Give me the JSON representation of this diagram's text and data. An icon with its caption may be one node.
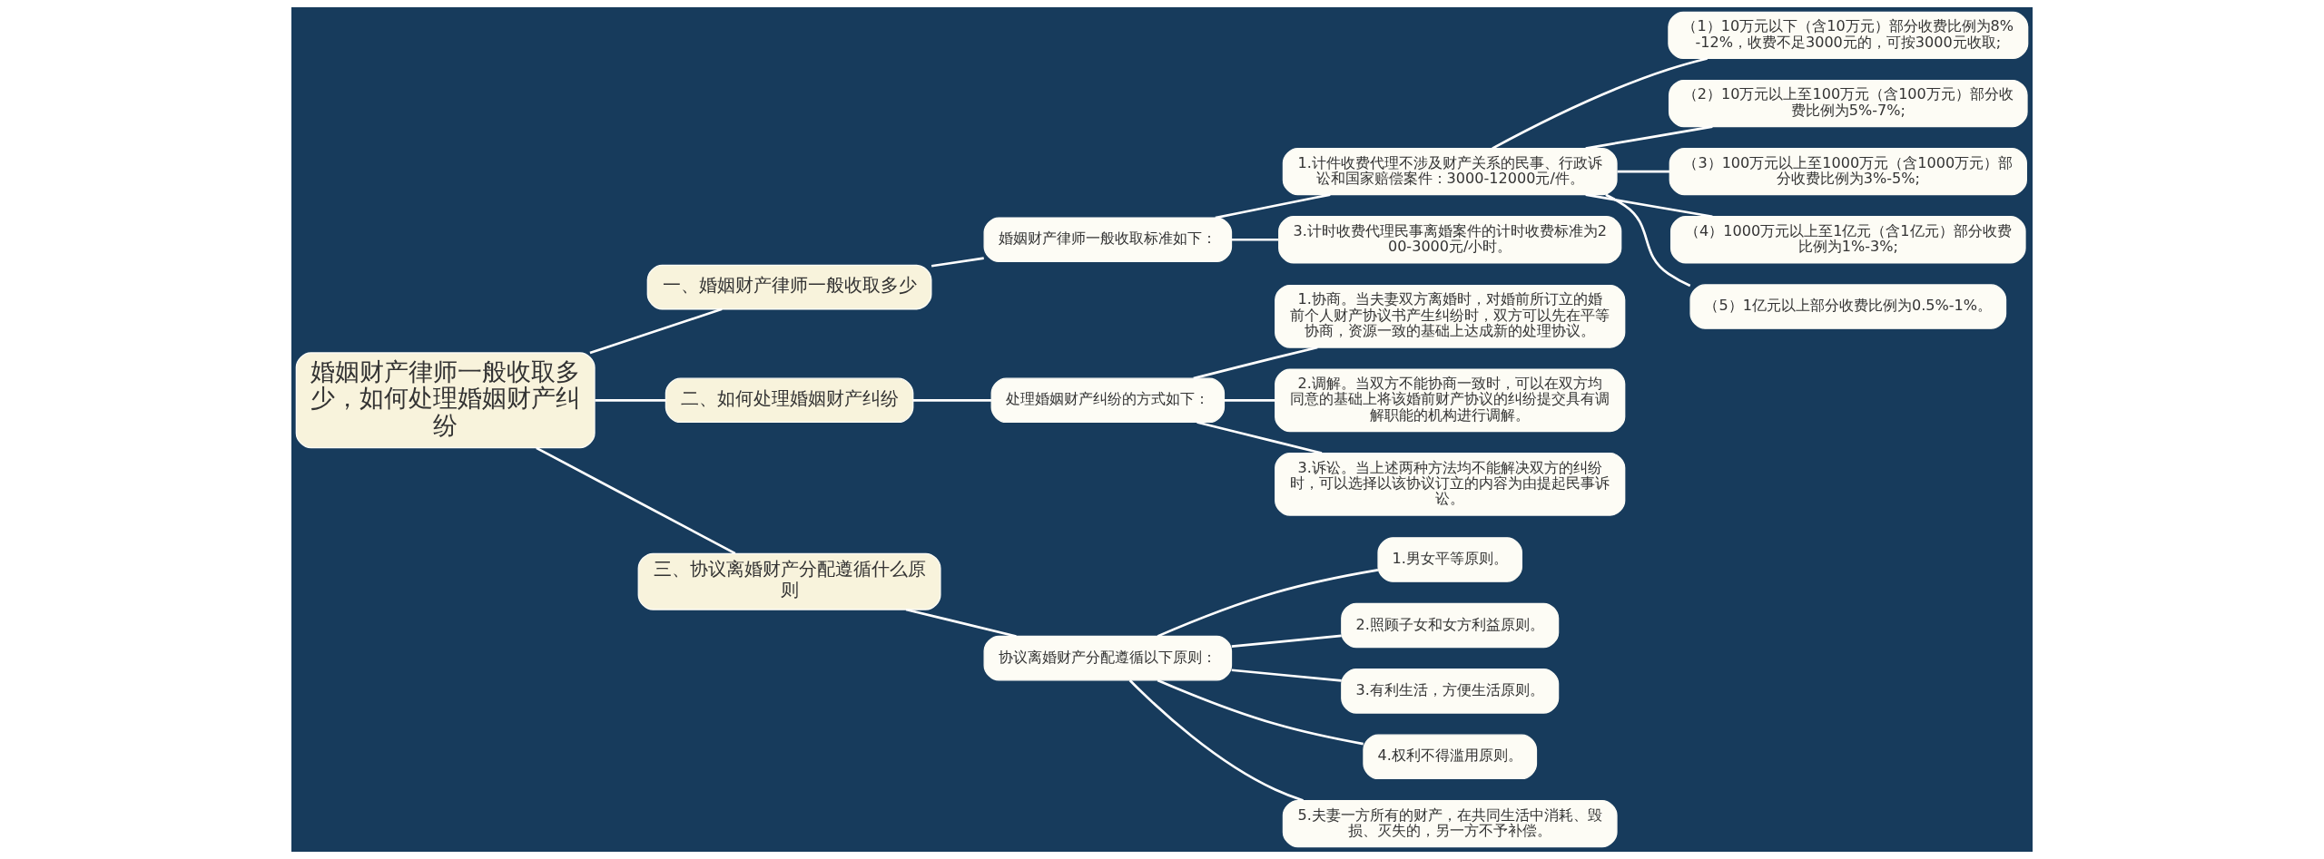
{
  "diagram": {
    "nodes": [
      {
        "text": [
          "婚姻财产律师一般收取多少，如何处理婚姻财产纠纷"
        ]
      },
      {
        "text": [
          "一、婚姻财产律师一般收取多少"
        ]
      },
      {
        "text": [
          "婚姻财产律师一般收取标准如下："
        ]
      },
      {
        "text": [
          "1.计件收费代理不涉及财产关系的民事、行政诉讼和国家赔偿案件：3000-12000元/件。"
        ]
      },
      {
        "text": [
          "（1）10万元以下（含10万元）部分收费比例为8%-12%，收费不足3000元的，可按3000元收取;"
        ]
      },
      {
        "text": [
          "（2）10万元以上至100万元（含100万元）部分收费比例为5%-7%;"
        ]
      },
      {
        "text": [
          "（3）100万元以上至1000万元（含1000万元）部分收费比例为3%-5%;"
        ]
      },
      {
        "text": [
          "（4）1000万元以上至1亿元（含1亿元）部分收费比例为1%-3%;"
        ]
      },
      {
        "text": [
          "（5）1亿元以上部分收费比例为0.5%-1%。"
        ]
      },
      {
        "text": [
          "3.计时收费代理民事离婚案件的计时收费标准为200-3000元/小时。"
        ]
      },
      {
        "text": [
          "二、如何处理婚姻财产纠纷"
        ]
      },
      {
        "text": [
          "处理婚姻财产纠纷的方式如下："
        ]
      },
      {
        "text": [
          "1.协商。当夫妻双方离婚时，对婚前所订立的婚前个人财产协议书产生纠纷时，双方可以先在平等协商，资源一致的基础上达成新的处理协议。"
        ]
      },
      {
        "text": [
          "2.调解。当双方不能协商一致时，可以在双方均同意的基础上将该婚前财产协议的纠纷提交具有调解职能的机构进行调解。"
        ]
      },
      {
        "text": [
          "3.诉讼。当上述两种方法均不能解决双方的纠纷时，可以选择以该协议订立的内容为由提起民事诉讼。"
        ]
      },
      {
        "text": [
          "三、协议离婚财产分配遵循什么原则"
        ]
      },
      {
        "text": [
          "协议离婚财产分配遵循以下原则："
        ]
      },
      {
        "text": [
          "1.男女平等原则。"
        ]
      },
      {
        "text": [
          "2.照顾子女和女方利益原则。"
        ]
      },
      {
        "text": [
          "3.有利生活，方便生活原则。"
        ]
      },
      {
        "text": [
          "4.权利不得滥用原则。"
        ]
      },
      {
        "text": [
          "5.夫妻一方所有的财产，在共同生活中消耗、毁损、灭失的，另一方不予补偿。"
        ]
      }
    ],
    "edges": [
      {
        "from": 0,
        "to": 1,
        "arrow": "none"
      },
      {
        "from": 1,
        "to": 2,
        "arrow": "none"
      },
      {
        "from": 2,
        "to": 3,
        "arrow": "none"
      },
      {
        "from": 3,
        "to": 4,
        "arrow": "none"
      },
      {
        "from": 3,
        "to": 5,
        "arrow": "none"
      },
      {
        "from": 3,
        "to": 6,
        "arrow": "none"
      },
      {
        "from": 3,
        "to": 7,
        "arrow": "none"
      },
      {
        "from": 3,
        "to": 8,
        "arrow": "none"
      },
      {
        "from": 2,
        "to": 9,
        "arrow": "none"
      },
      {
        "from": 0,
        "to": 10,
        "arrow": "none"
      },
      {
        "from": 10,
        "to": 11,
        "arrow": "none"
      },
      {
        "from": 11,
        "to": 12,
        "arrow": "none"
      },
      {
        "from": 11,
        "to": 13,
        "arrow": "none"
      },
      {
        "from": 11,
        "to": 14,
        "arrow": "none"
      },
      {
        "from": 0,
        "to": 15,
        "arrow": "none"
      },
      {
        "from": 15,
        "to": 16,
        "arrow": "none"
      },
      {
        "from": 16,
        "to": 17,
        "arrow": "none"
      },
      {
        "from": 16,
        "to": 18,
        "arrow": "none"
      },
      {
        "from": 16,
        "to": 19,
        "arrow": "none"
      },
      {
        "from": 16,
        "to": 20,
        "arrow": "none"
      },
      {
        "from": 16,
        "to": 21,
        "arrow": "none"
      }
    ]
  }
}
